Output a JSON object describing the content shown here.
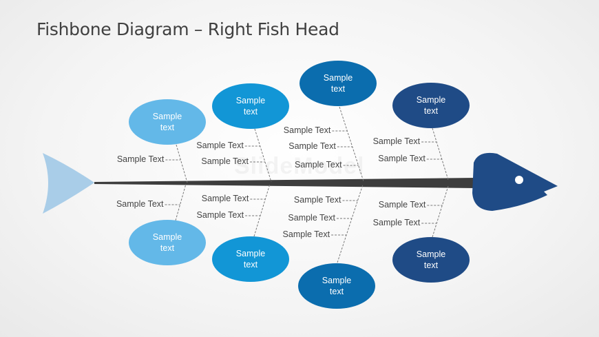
{
  "title": "Fishbone Diagram – Right Fish Head",
  "watermark": "SlideModel",
  "colors": {
    "light_blue": "#63b8e8",
    "mid_blue": "#1296d6",
    "dark_blue": "#0b6dae",
    "navy": "#1f4b86",
    "spine": "#3d3d3d",
    "tail": "#a9cde8",
    "head": "#1f4b86"
  },
  "categories": [
    {
      "label": "Sample text",
      "position": "top",
      "causes": [
        "Sample Text"
      ]
    },
    {
      "label": "Sample text",
      "position": "top",
      "causes": [
        "Sample Text",
        "Sample Text"
      ]
    },
    {
      "label": "Sample text",
      "position": "top",
      "causes": [
        "Sample Text",
        "Sample Text",
        "Sample Text"
      ]
    },
    {
      "label": "Sample text",
      "position": "top",
      "causes": [
        "Sample Text",
        "Sample Text"
      ]
    },
    {
      "label": "Sample text",
      "position": "bottom",
      "causes": [
        "Sample Text"
      ]
    },
    {
      "label": "Sample text",
      "position": "bottom",
      "causes": [
        "Sample Text",
        "Sample Text"
      ]
    },
    {
      "label": "Sample text",
      "position": "bottom",
      "causes": [
        "Sample Text",
        "Sample Text",
        "Sample Text"
      ]
    },
    {
      "label": "Sample text",
      "position": "bottom",
      "causes": [
        "Sample Text",
        "Sample Text"
      ]
    }
  ]
}
